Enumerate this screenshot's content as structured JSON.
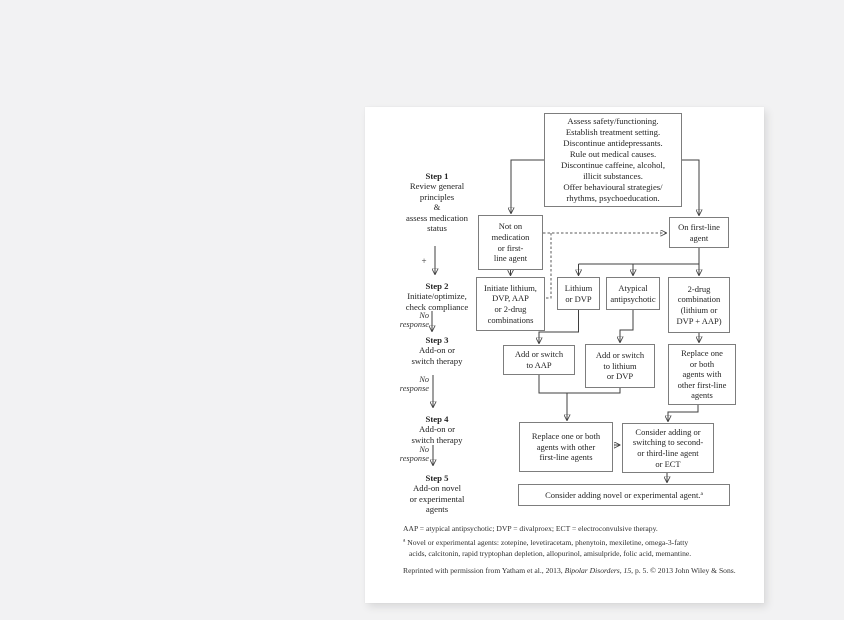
{
  "flow": {
    "top_box": [
      "Assess safety/functioning.",
      "Establish treatment setting.",
      "Discontinue antidepressants.",
      "Rule out medical causes.",
      "Discontinue caffeine, alcohol,",
      "illicit substances.",
      "Offer behavioural strategies/",
      "rhythms, psychoeducation."
    ],
    "not_on": [
      "Not on",
      "medication",
      "or first-",
      "line agent"
    ],
    "on_first_line": [
      "On first-line",
      "agent"
    ],
    "initiate": [
      "Initiate lithium,",
      "DVP, AAP",
      "or 2-drug",
      "combinations"
    ],
    "lithium_dvp": [
      "Lithium",
      "or DVP"
    ],
    "atypical": [
      "Atypical",
      "antipsychotic"
    ],
    "two_drug": [
      "2-drug",
      "combination",
      "(lithium or",
      "DVP + AAP)"
    ],
    "add_aap": [
      "Add or switch",
      "to AAP"
    ],
    "add_lithium": [
      "Add or switch",
      "to lithium",
      "or DVP"
    ],
    "replace_upper": [
      "Replace one",
      "or both",
      "agents with",
      "other first-line",
      "agents"
    ],
    "replace_lower": [
      "Replace one or both",
      "agents with other",
      "first-line agents"
    ],
    "consider_second": [
      "Consider adding or",
      "switching to second-",
      "or third-line agent",
      "or ECT"
    ],
    "consider_novel": "Consider adding novel or experimental agent.",
    "consider_novel_sup": "a"
  },
  "steps": [
    {
      "title": "Step 1",
      "lines": [
        "Review general",
        "principles",
        "&",
        "assess medication",
        "status"
      ]
    },
    {
      "title": "Step 2",
      "lines": [
        "Initiate/optimize,",
        "check compliance"
      ]
    },
    {
      "title": "Step 3",
      "lines": [
        "Add-on or",
        "switch therapy"
      ]
    },
    {
      "title": "Step 4",
      "lines": [
        "Add-on or",
        "switch therapy"
      ]
    },
    {
      "title": "Step 5",
      "lines": [
        "Add-on novel",
        "or experimental",
        "agents"
      ]
    }
  ],
  "labels": {
    "plus": "+",
    "no_response": [
      "No",
      "response"
    ]
  },
  "footnotes": {
    "abbrev": "AAP = atypical antipsychotic; DVP = divalproex; ECT = electroconvulsive therapy.",
    "novel_marker": "a",
    "novel_lines": [
      "Novel or experimental agents: zotepine, levetiracetam, phenytoin, mexiletine, omega-3-fatty",
      "acids, calcitonin, rapid tryptophan depletion, allopurinol, amisulpride, folic acid, memantine."
    ],
    "citation_prefix": "Reprinted with permission from Yatham et al., 2013, ",
    "citation_italic": "Bipolar Disorders, 15",
    "citation_suffix": ", p. 5. © 2013 John Wiley & Sons."
  }
}
